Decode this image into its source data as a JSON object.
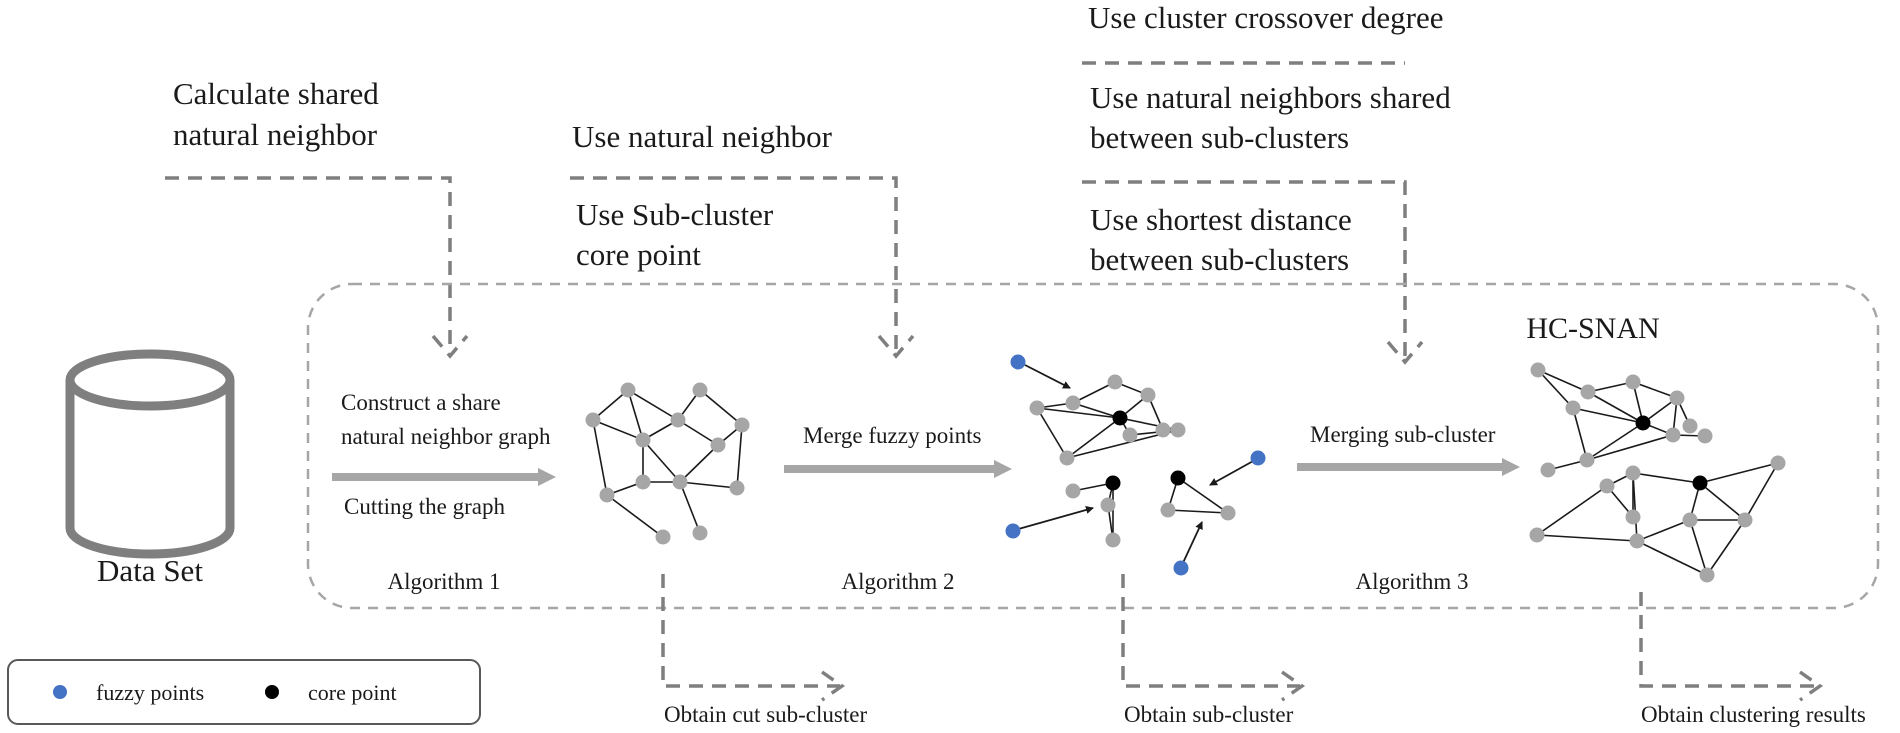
{
  "top_labels": {
    "calc_line1": "Calculate shared",
    "calc_line2": "natural neighbor",
    "use_natural": "Use natural neighbor",
    "use_sub_line1": "Use Sub-cluster",
    "use_sub_line2": "core point",
    "crossover": "Use cluster crossover degree",
    "shared_line1": "Use natural neighbors shared",
    "shared_line2": "between sub-clusters",
    "shortest_line1": "Use shortest distance",
    "shortest_line2": "between sub-clusters"
  },
  "dataset_label": "Data Set",
  "stage1": {
    "construct_line1": "Construct  a  share",
    "construct_line2": "natural neighbor graph",
    "cutting": "Cutting the graph",
    "algorithm": "Algorithm 1",
    "output": "Obtain  cut sub-cluster"
  },
  "stage2": {
    "merge": "Merge fuzzy points",
    "algorithm": "Algorithm 2",
    "output": "Obtain  sub-cluster"
  },
  "stage3": {
    "merge": "Merging sub-cluster",
    "algorithm": "Algorithm 3",
    "output": "Obtain  clustering results"
  },
  "result_title": "HC-SNAN",
  "legend": {
    "fuzzy": "fuzzy points",
    "core": "core point"
  },
  "colors": {
    "fuzzy": "#4472c4",
    "core": "#000000",
    "ordinary": "#a6a6a6",
    "dashed": "#7f7f7f"
  }
}
